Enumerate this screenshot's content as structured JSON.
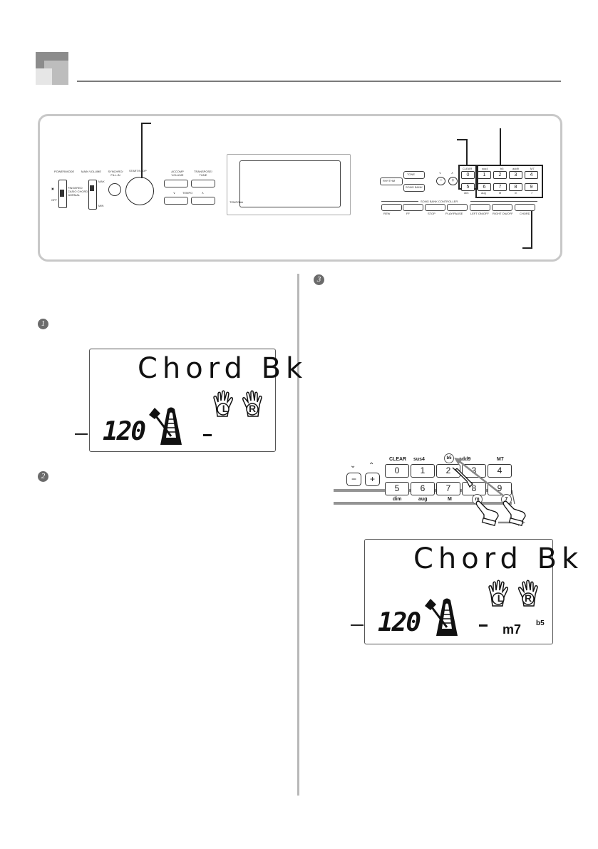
{
  "panel": {
    "left_labels": {
      "power_mode": "POWER/MODE",
      "main_volume": "MAIN VOLUME",
      "synchro": "SYNCHRO/ FILL-IN",
      "start_stop": "START/STOP",
      "accomp_volume": "ACCOMP VOLUME",
      "transpose": "TRANSPOSE/ TUNE",
      "tempo": "TEMPO",
      "max": "MAX",
      "min": "MIN",
      "off": "OFF",
      "fingered": "FINGERED",
      "casio_chord": "CASIO CHORD",
      "normal": "NORMAL",
      "tempo_side": "TEMPO"
    },
    "right_labels": {
      "rhythm": "RHYTHM",
      "tone": "TONE",
      "song_bank": "SONG BANK",
      "song_bank_controller": "SONG BANK CONTROLLER",
      "clear": "CLEAR",
      "sus4": "sus4",
      "b5": "b5",
      "add9": "add9",
      "m7": "M7",
      "dim": "dim",
      "aug": "aug",
      "M": "M",
      "m": "m",
      "seven": "7",
      "rew": "REW",
      "ff": "FF",
      "stop": "STOP",
      "play_pause": "PLAY/PAUSE",
      "left_onoff": "LEFT ON/OFF",
      "right_onoff": "RIGHT ON/OFF",
      "chord": "CHORD"
    },
    "number_keys": [
      "0",
      "1",
      "2",
      "3",
      "4",
      "5",
      "6",
      "7",
      "8",
      "9"
    ]
  },
  "steps": {
    "one": "1",
    "two": "2",
    "three": "3"
  },
  "lcd1": {
    "title": "Chord Bk",
    "tempo": "120",
    "hand_l": "L",
    "hand_r": "R"
  },
  "zoom": {
    "labels": {
      "clear": "CLEAR",
      "sus4": "sus4",
      "add9": "add9",
      "m7": "M7",
      "dim": "dim",
      "aug": "aug",
      "M": "M",
      "b5": "b5",
      "m": "m",
      "seven": "7"
    },
    "keys_top": [
      "0",
      "1",
      "2",
      "3",
      "4"
    ],
    "keys_bottom": [
      "5",
      "6",
      "7",
      "8",
      "9"
    ],
    "minus": "−",
    "plus": "+"
  },
  "lcd2": {
    "title": "Chord Bk",
    "tempo": "120",
    "hand_l": "L",
    "hand_r": "R",
    "chord": "m7",
    "chord_sup": "b5"
  }
}
